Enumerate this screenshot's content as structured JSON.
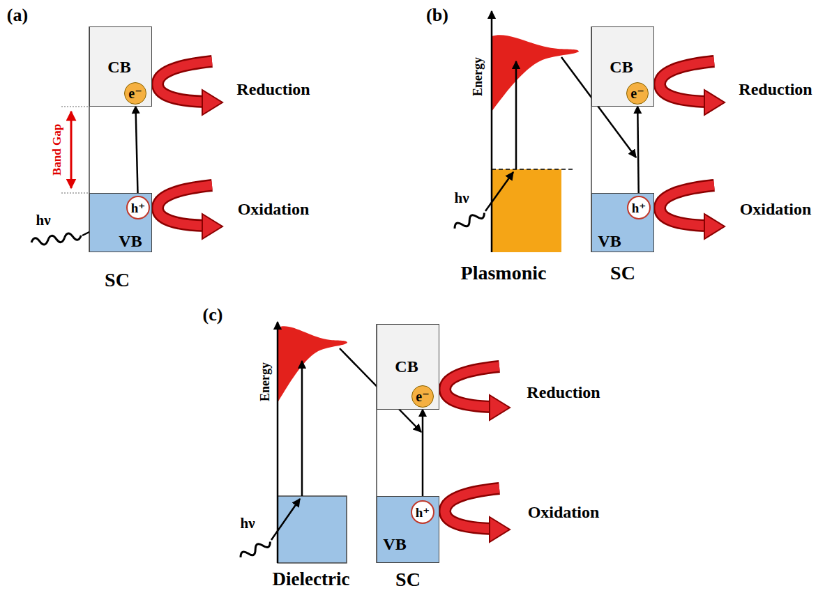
{
  "diagram": {
    "nodes": [
      {
        "text": [
          "CB"
        ]
      },
      {
        "text": [
          "e⁻"
        ],
        "in": 0
      },
      {
        "text": [
          "VB"
        ]
      },
      {
        "text": [
          "h⁺"
        ],
        "in": 2
      },
      {
        "text": [
          "CB"
        ]
      },
      {
        "text": [
          "e⁻"
        ],
        "in": 4
      },
      {
        "text": [
          "VB"
        ]
      },
      {
        "text": [
          "h⁺"
        ],
        "in": 6
      },
      {
        "text": [
          "CB"
        ]
      },
      {
        "text": [
          "e⁻"
        ],
        "in": 8
      },
      {
        "text": [
          "VB"
        ]
      },
      {
        "text": [
          "h⁺"
        ],
        "in": 10
      }
    ],
    "edges": [
      {
        "from": 3,
        "to": 1,
        "arrow": "to"
      },
      {
        "from": 7,
        "to": 5,
        "arrow": "to"
      },
      {
        "from": 11,
        "to": 9,
        "arrow": "to"
      }
    ],
    "labels": [
      "(a)",
      "Band Gap",
      "hν",
      "Reduction",
      "Oxidation",
      "SC",
      "(b)",
      "Energy",
      "hν",
      "Reduction",
      "Oxidation",
      "Plasmonic",
      "SC",
      "(c)",
      "Energy",
      "hν",
      "Reduction",
      "Oxidation",
      "Dielectric",
      "SC"
    ]
  }
}
